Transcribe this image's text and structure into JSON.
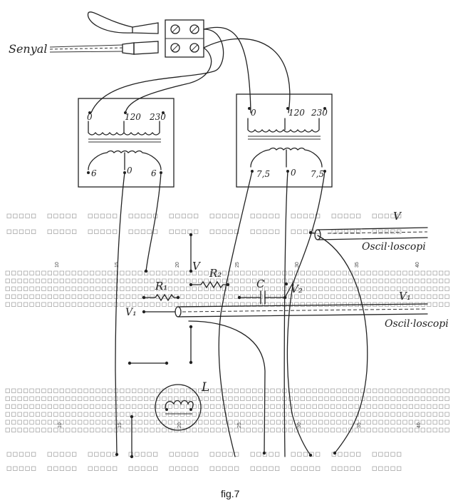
{
  "figure_caption": "fig.7",
  "signal_label": "Senyal",
  "transformer_left": {
    "primary_taps": [
      "0",
      "120",
      "230"
    ],
    "secondary_taps": [
      "6",
      "0",
      "6"
    ]
  },
  "transformer_right": {
    "primary_taps": [
      "0",
      "120",
      "230"
    ],
    "secondary_taps": [
      "7,5",
      "0",
      "7,5"
    ]
  },
  "breadboard": {
    "column_numbers": [
      "10",
      "15",
      "20",
      "25",
      "30",
      "35",
      "40"
    ]
  },
  "components": {
    "r1": "R₁",
    "r2": "R₂",
    "c": "C",
    "l": "L"
  },
  "labels": {
    "v_top": "V",
    "v2": "V₂",
    "v1_left": "V₁",
    "v_probe": "V",
    "v1_probe": "V₁",
    "oscilloscope_top": "Oscil·loscopi",
    "oscilloscope_bottom": "Oscil·loscopi"
  }
}
